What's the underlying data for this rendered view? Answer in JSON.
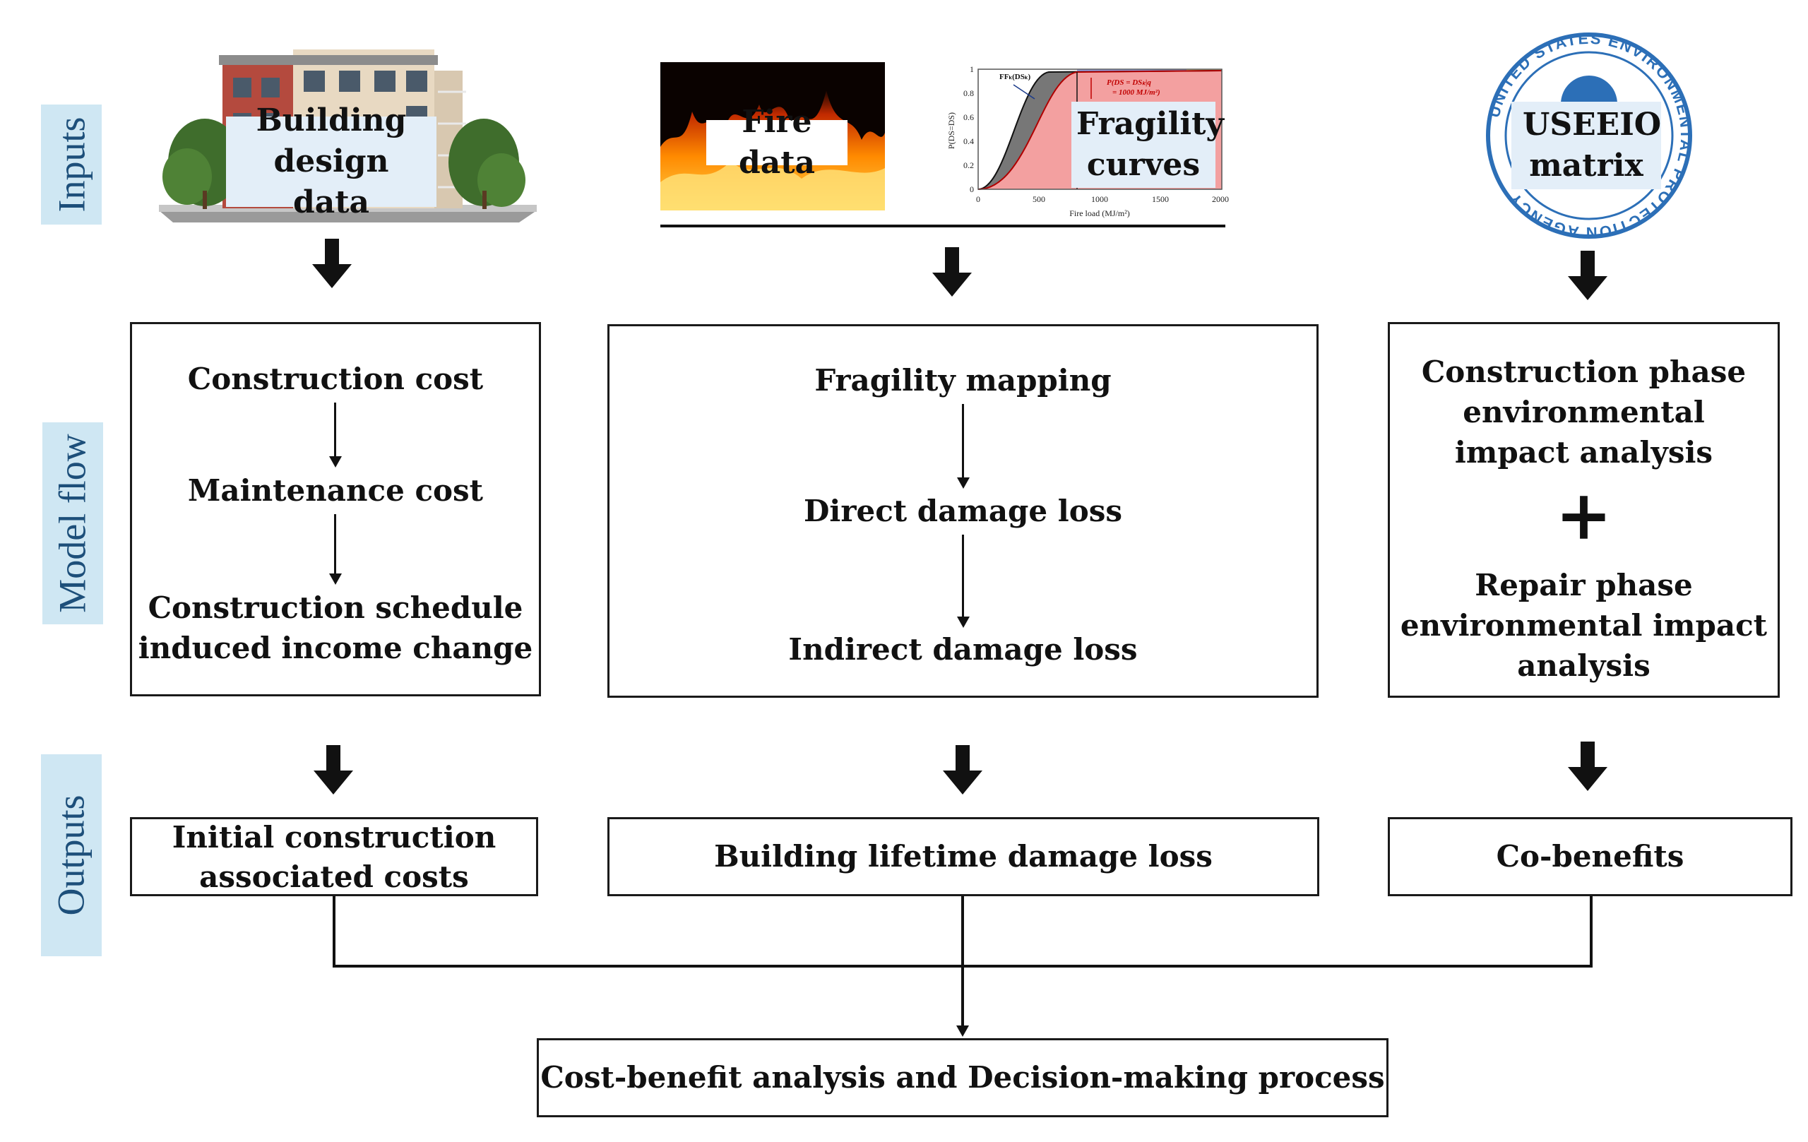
{
  "row_labels": {
    "inputs": "Inputs",
    "model_flow": "Model flow",
    "outputs": "Outputs"
  },
  "inputs": {
    "building": "Building design data",
    "fire": "Fire data",
    "fragility": "Fragility curves",
    "useeio": "USEEIO matrix",
    "seal_text": "UNITED STATES ENVIRONMENTAL PROTECTION AGENCY"
  },
  "fragility_plot": {
    "ylabel": "P(DS=DS)",
    "xlabel": "Fire load (MJ/m²)",
    "y_ticks": [
      "0",
      "0.2",
      "0.4",
      "0.6",
      "0.8",
      "1"
    ],
    "x_ticks": [
      "0",
      "500",
      "1000",
      "1500",
      "2000"
    ],
    "annotation_1": "FFₖ(DSₖ)",
    "annotation_2": "P(DS = DSₖ|q",
    "annotation_3": "= 1000 MJ/m²)"
  },
  "model_flow": {
    "left": [
      "Construction cost",
      "Maintenance cost",
      "Construction schedule",
      "induced income change"
    ],
    "middle": [
      "Fragility mapping",
      "Direct damage loss",
      "Indirect damage loss"
    ],
    "right_top": [
      "Construction phase",
      "environmental",
      "impact analysis"
    ],
    "plus": "+",
    "right_bottom": [
      "Repair phase",
      "environmental impact",
      "analysis"
    ]
  },
  "outputs": {
    "left": [
      "Initial construction",
      "associated costs"
    ],
    "middle": "Building lifetime damage loss",
    "right": "Co-benefits"
  },
  "final": "Cost-benefit analysis and Decision-making process"
}
